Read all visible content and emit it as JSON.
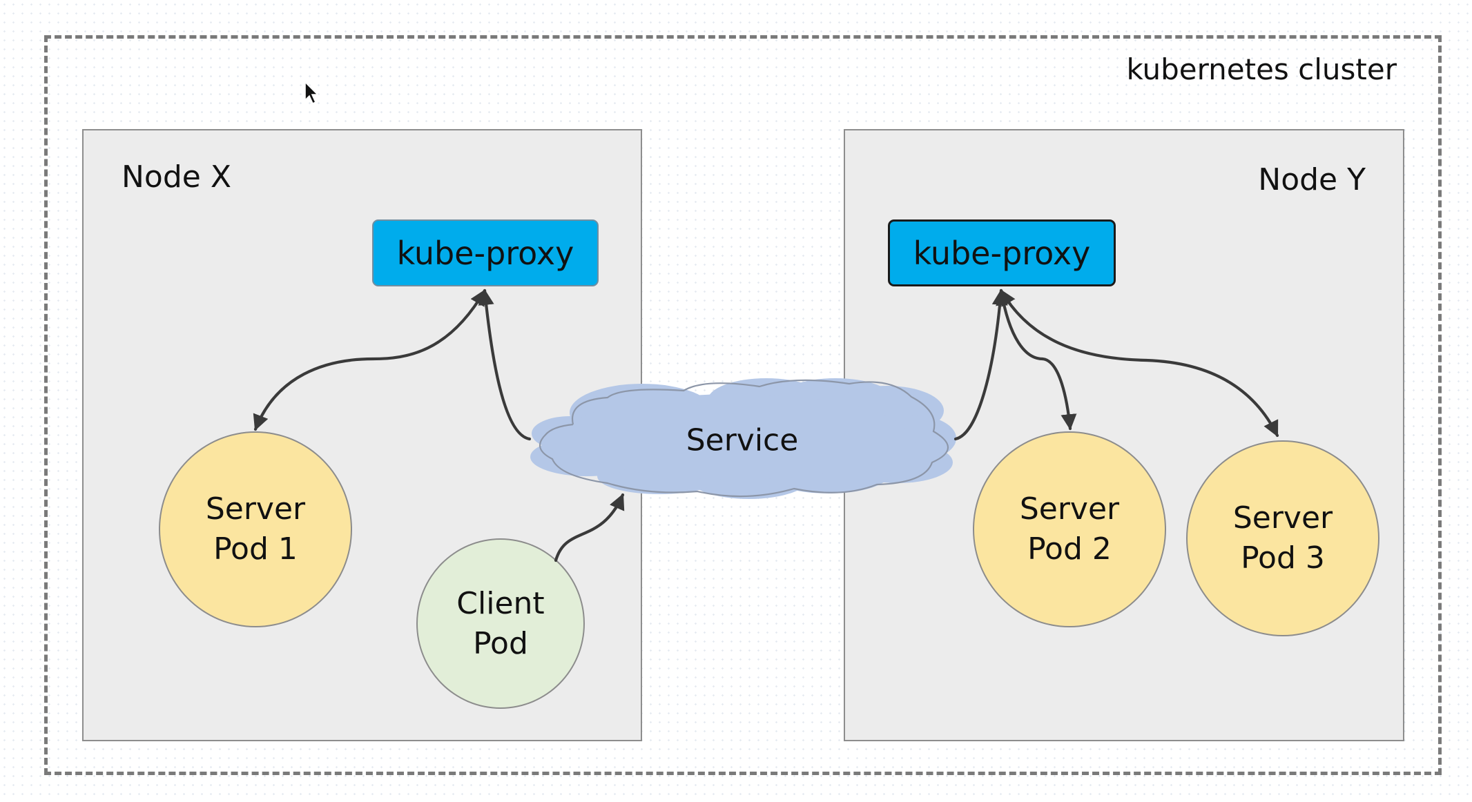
{
  "diagram": {
    "cluster_label": "kubernetes cluster",
    "node_x": {
      "label": "Node X",
      "proxy_label": "kube-proxy",
      "server_pod": {
        "line1": "Server",
        "line2": "Pod 1"
      },
      "client_pod": {
        "line1": "Client",
        "line2": "Pod"
      }
    },
    "node_y": {
      "label": "Node Y",
      "proxy_label": "kube-proxy",
      "server_pod_2": {
        "line1": "Server",
        "line2": "Pod 2"
      },
      "server_pod_3": {
        "line1": "Server",
        "line2": "Pod 3"
      }
    },
    "service_label": "Service"
  },
  "colors": {
    "proxy": "#00acec",
    "server_pod": "#fbe5a0",
    "client_pod": "#e2eed8",
    "service_cloud": "#b4c7e7",
    "node_bg": "#ececec"
  }
}
